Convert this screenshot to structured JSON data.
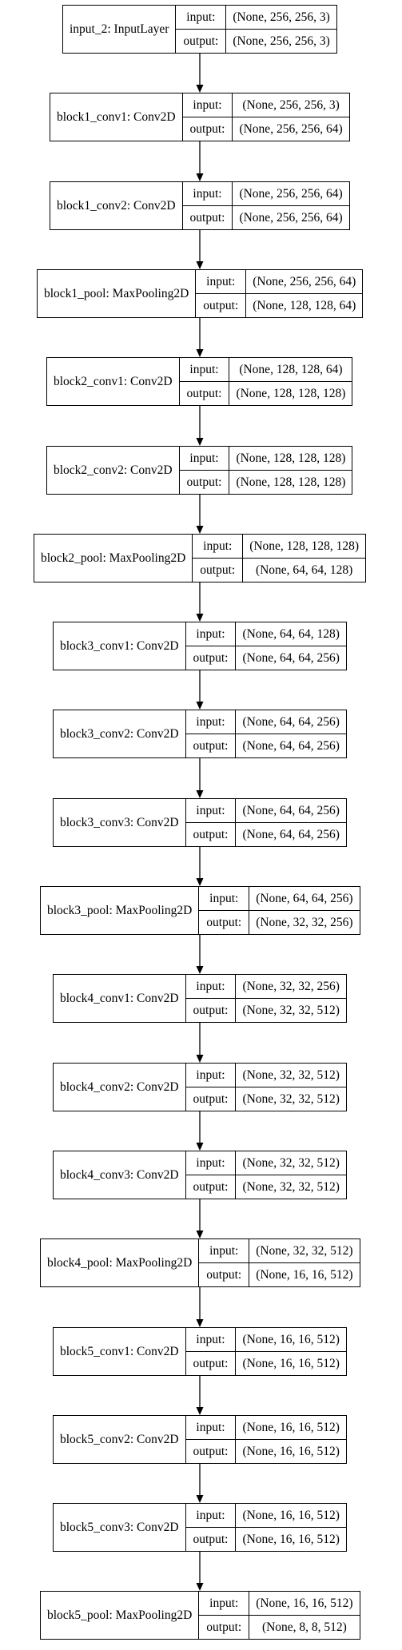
{
  "io_labels": {
    "input": "input:",
    "output": "output:"
  },
  "layers": [
    {
      "name": "input_2: InputLayer",
      "input": "(None, 256, 256, 3)",
      "output": "(None, 256, 256, 3)"
    },
    {
      "name": "block1_conv1: Conv2D",
      "input": "(None, 256, 256, 3)",
      "output": "(None, 256, 256, 64)"
    },
    {
      "name": "block1_conv2: Conv2D",
      "input": "(None, 256, 256, 64)",
      "output": "(None, 256, 256, 64)"
    },
    {
      "name": "block1_pool: MaxPooling2D",
      "input": "(None, 256, 256, 64)",
      "output": "(None, 128, 128, 64)"
    },
    {
      "name": "block2_conv1: Conv2D",
      "input": "(None, 128, 128, 64)",
      "output": "(None, 128, 128, 128)"
    },
    {
      "name": "block2_conv2: Conv2D",
      "input": "(None, 128, 128, 128)",
      "output": "(None, 128, 128, 128)"
    },
    {
      "name": "block2_pool: MaxPooling2D",
      "input": "(None, 128, 128, 128)",
      "output": "(None, 64, 64, 128)"
    },
    {
      "name": "block3_conv1: Conv2D",
      "input": "(None, 64, 64, 128)",
      "output": "(None, 64, 64, 256)"
    },
    {
      "name": "block3_conv2: Conv2D",
      "input": "(None, 64, 64, 256)",
      "output": "(None, 64, 64, 256)"
    },
    {
      "name": "block3_conv3: Conv2D",
      "input": "(None, 64, 64, 256)",
      "output": "(None, 64, 64, 256)"
    },
    {
      "name": "block3_pool: MaxPooling2D",
      "input": "(None, 64, 64, 256)",
      "output": "(None, 32, 32, 256)"
    },
    {
      "name": "block4_conv1: Conv2D",
      "input": "(None, 32, 32, 256)",
      "output": "(None, 32, 32, 512)"
    },
    {
      "name": "block4_conv2: Conv2D",
      "input": "(None, 32, 32, 512)",
      "output": "(None, 32, 32, 512)"
    },
    {
      "name": "block4_conv3: Conv2D",
      "input": "(None, 32, 32, 512)",
      "output": "(None, 32, 32, 512)"
    },
    {
      "name": "block4_pool: MaxPooling2D",
      "input": "(None, 32, 32, 512)",
      "output": "(None, 16, 16, 512)"
    },
    {
      "name": "block5_conv1: Conv2D",
      "input": "(None, 16, 16, 512)",
      "output": "(None, 16, 16, 512)"
    },
    {
      "name": "block5_conv2: Conv2D",
      "input": "(None, 16, 16, 512)",
      "output": "(None, 16, 16, 512)"
    },
    {
      "name": "block5_conv3: Conv2D",
      "input": "(None, 16, 16, 512)",
      "output": "(None, 16, 16, 512)"
    },
    {
      "name": "block5_pool: MaxPooling2D",
      "input": "(None, 16, 16, 512)",
      "output": "(None, 8, 8, 512)"
    }
  ]
}
